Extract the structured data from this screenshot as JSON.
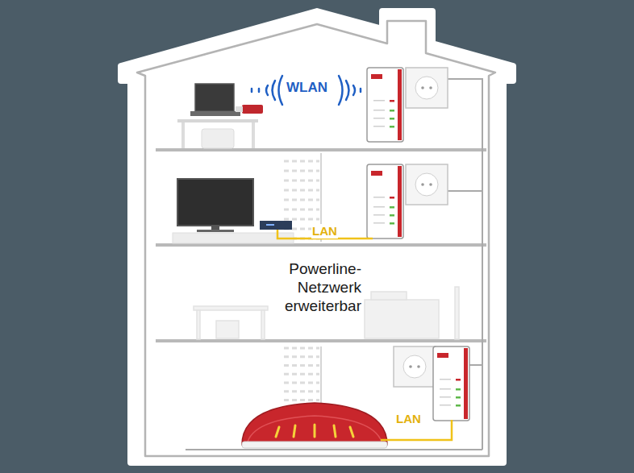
{
  "diagram": {
    "labels": [
      "WLAN",
      "LAN",
      "Powerline-Netzwerk erweiterbar",
      "LAN"
    ]
  }
}
